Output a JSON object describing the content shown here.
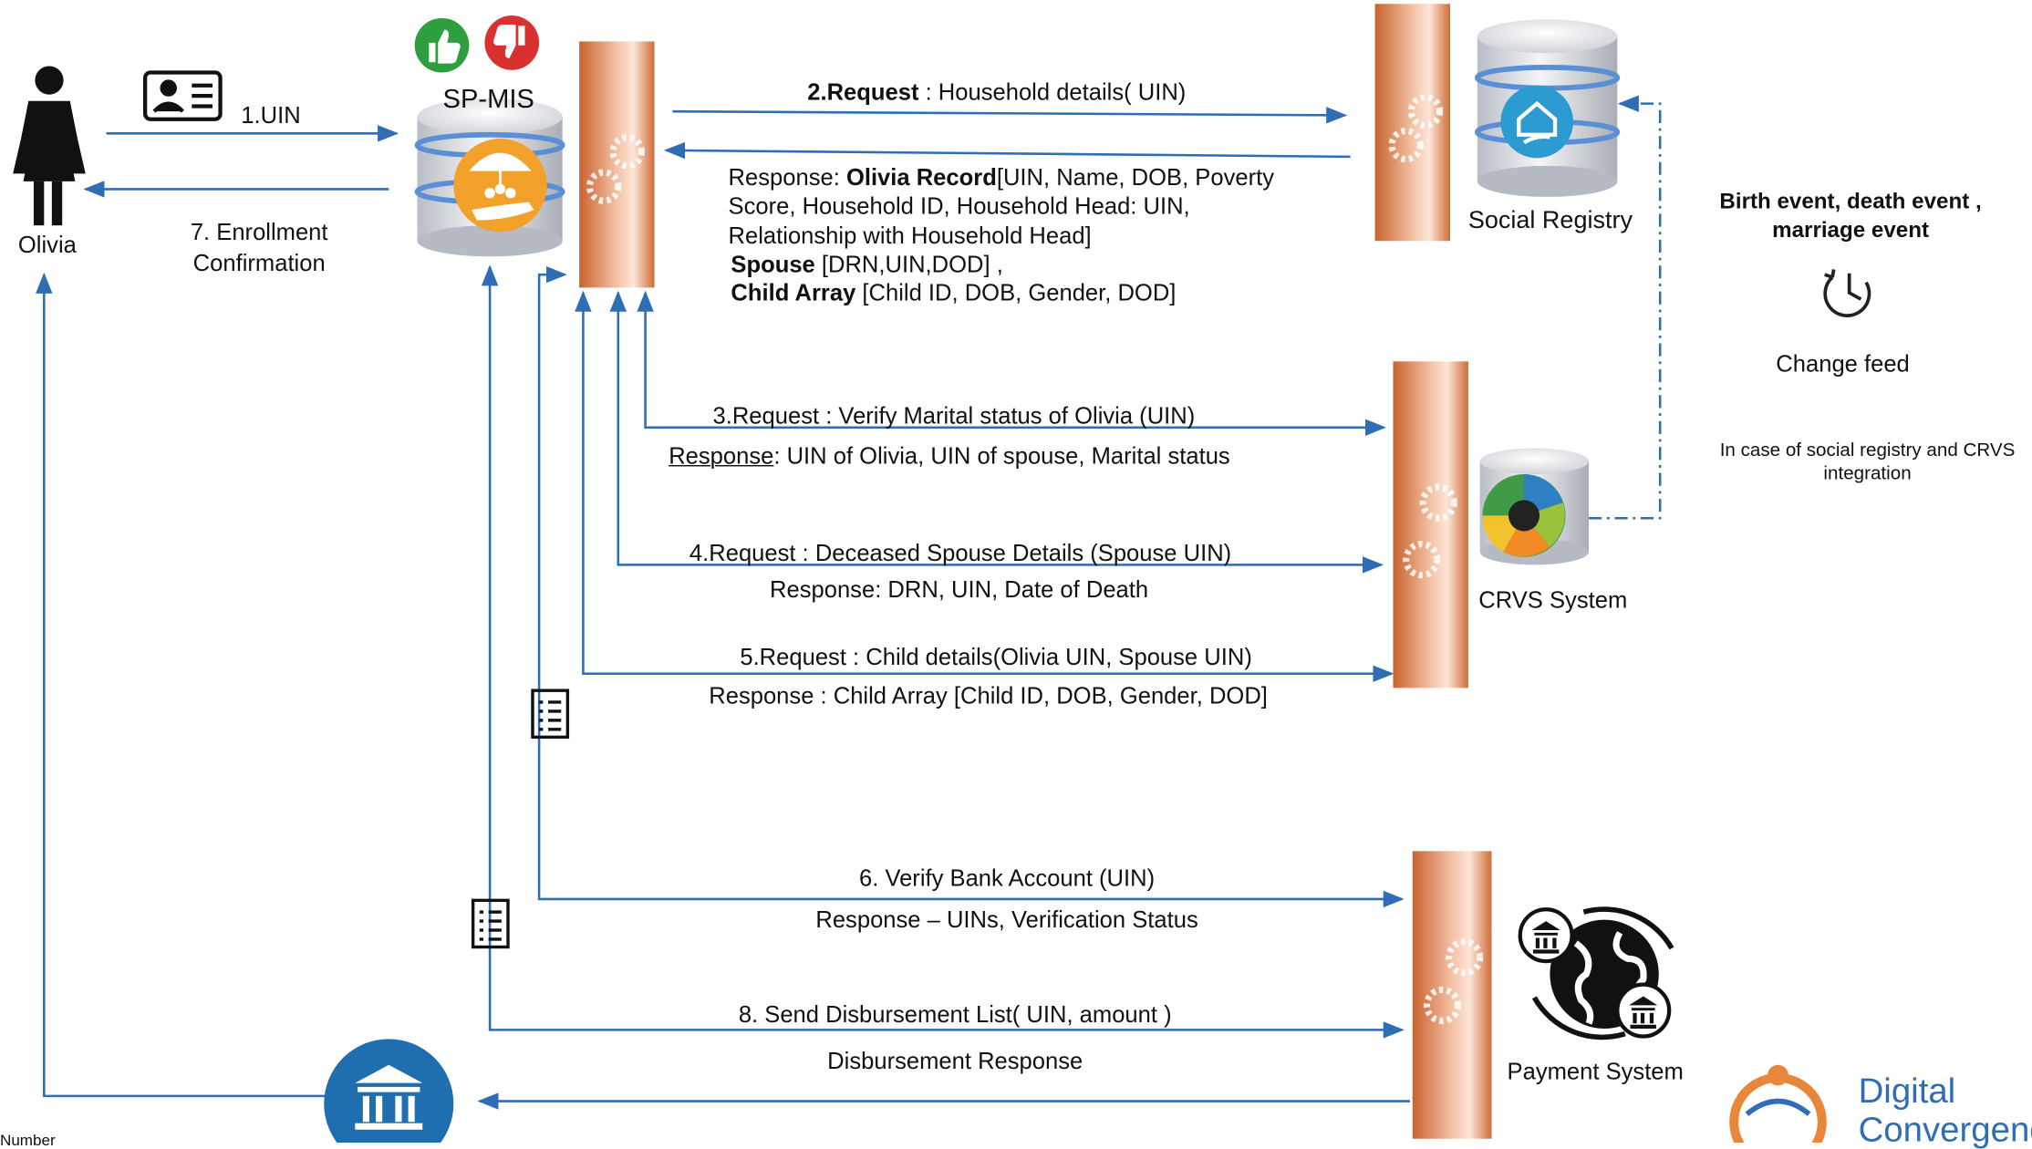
{
  "actor": {
    "name": "Olivia"
  },
  "spmis": {
    "label": "SP-MIS"
  },
  "social_registry": {
    "label": "Social Registry"
  },
  "crvs": {
    "label": "CRVS System"
  },
  "payment": {
    "label": "Payment System"
  },
  "change_feed": {
    "events": "Birth event, death event , marriage event",
    "label": "Change feed",
    "note": "In case of social registry and CRVS integration"
  },
  "flows": {
    "step1": "1.UIN",
    "step2_bold": "2.Request",
    "step2_rest": " : Household details( UIN)",
    "step2_resp_prefix": "Response: ",
    "step2_resp_record": "Olivia Record",
    "step2_resp_line1": "[UIN, Name, DOB, Poverty",
    "step2_resp_line2": "Score, Household ID, Household Head: UIN,",
    "step2_resp_line3": "Relationship with Household Head]",
    "step2_resp_spouse": "Spouse",
    "step2_resp_spouse_rest": " [DRN,UIN,DOD] ,",
    "step2_resp_child": "Child Array",
    "step2_resp_child_rest": " [Child ID, DOB, Gender, DOD]",
    "step3": "3.Request : Verify Marital status of Olivia (UIN)",
    "step3_resp_word": "Response",
    "step3_resp_rest": ": UIN of Olivia, UIN of spouse, Marital status",
    "step4": "4.Request : Deceased Spouse Details (Spouse UIN)",
    "step4_resp": "Response:  DRN, UIN, Date of Death",
    "step5": "5.Request : Child details(Olivia UIN, Spouse UIN)",
    "step5_resp": "Response : Child Array [Child ID, DOB, Gender, DOD]",
    "step6": "6. Verify Bank Account (UIN)",
    "step6_resp": "Response – UINs, Verification Status",
    "step7_line1": "7. Enrollment",
    "step7_line2": "Confirmation",
    "step8": "8. Send Disbursement List( UIN, amount )",
    "step8_resp": "Disbursement Response"
  },
  "brand": {
    "line1": "Digital",
    "line2": "Convergence"
  },
  "footer": {
    "text": "Number"
  },
  "colors": {
    "arrow": "#2f6db5",
    "pillar": "#d0733f",
    "accent": "#e8863a",
    "db_stripe": "#5a8fd6"
  },
  "icons": [
    "person-icon",
    "id-card-icon",
    "thumbs-up-icon",
    "thumbs-down-icon",
    "database-icon",
    "gear-icon",
    "document-list-icon",
    "bank-icon",
    "clock-icon",
    "globe-icon",
    "logo-icon"
  ]
}
